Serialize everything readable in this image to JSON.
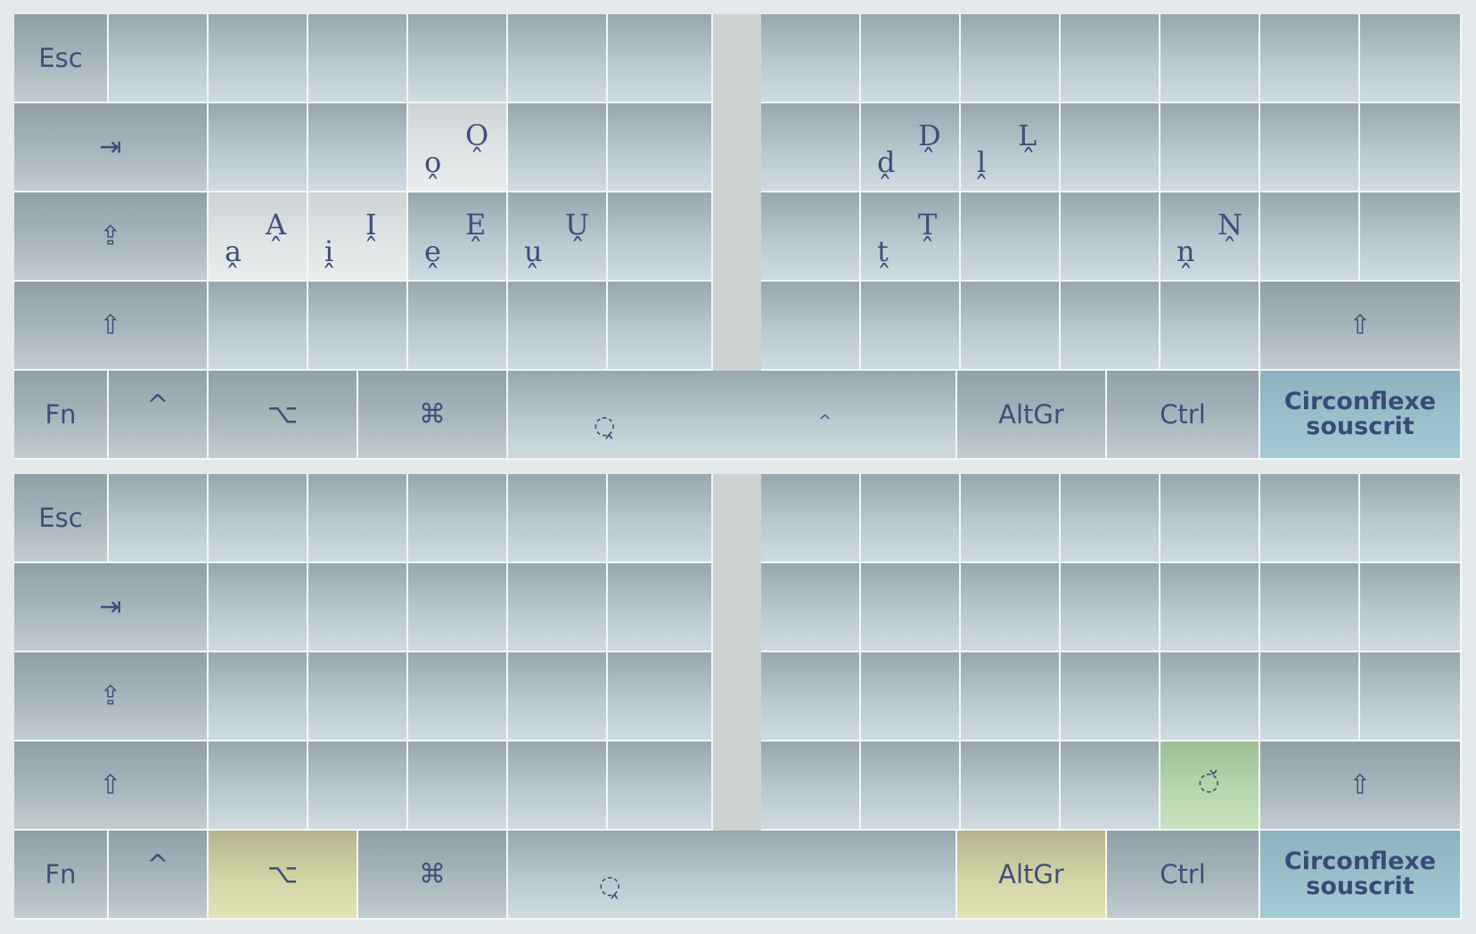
{
  "keyboards": [
    {
      "rows": {
        "row1": {
          "keys": [
            {
              "label": "Esc"
            }
          ]
        },
        "row2": {
          "tab_icon": "tab-icon",
          "chars": [
            {
              "lower": "o̭",
              "upper": "O̭"
            },
            {
              "lower": "ḓ",
              "upper": "Ḓ"
            },
            {
              "lower": "ḽ",
              "upper": "Ḽ"
            }
          ]
        },
        "row3": {
          "caps_icon": "caps-lock-icon",
          "chars": [
            {
              "lower": "a̭",
              "upper": "A̭"
            },
            {
              "lower": "i̭",
              "upper": "I̭"
            },
            {
              "lower": "ḙ",
              "upper": "Ḙ"
            },
            {
              "lower": "ṷ",
              "upper": "Ṷ"
            },
            {
              "lower": "ṱ",
              "upper": "Ṱ"
            },
            {
              "lower": "ṋ",
              "upper": "Ṋ"
            }
          ]
        },
        "row4": {
          "shift_icon": "shift-icon"
        },
        "row5": {
          "fn": "Fn",
          "ctrl_sym": "^",
          "opt_sym": "⌥",
          "cmd_sym": "⌘",
          "space_mark": "◌̭",
          "space_caret": "^",
          "altgr": "AltGr",
          "ctrl": "Ctrl",
          "dead_key": "Circonflexe souscrit"
        }
      }
    },
    {
      "rows": {
        "row1": {
          "keys": [
            {
              "label": "Esc"
            }
          ]
        },
        "row4": {
          "extra_mark": "◌̌"
        },
        "row5": {
          "fn": "Fn",
          "ctrl_sym": "^",
          "opt_sym": "⌥",
          "cmd_sym": "⌘",
          "space_mark": "◌̭",
          "altgr": "AltGr",
          "ctrl": "Ctrl",
          "dead_key": "Circonflexe souscrit"
        }
      }
    }
  ],
  "colors": {
    "key_text": "#3f4f7a",
    "dead_key_active": "#9dc4cf",
    "option_active": "#d4d5a6",
    "green_active": "#b7d6ae"
  }
}
